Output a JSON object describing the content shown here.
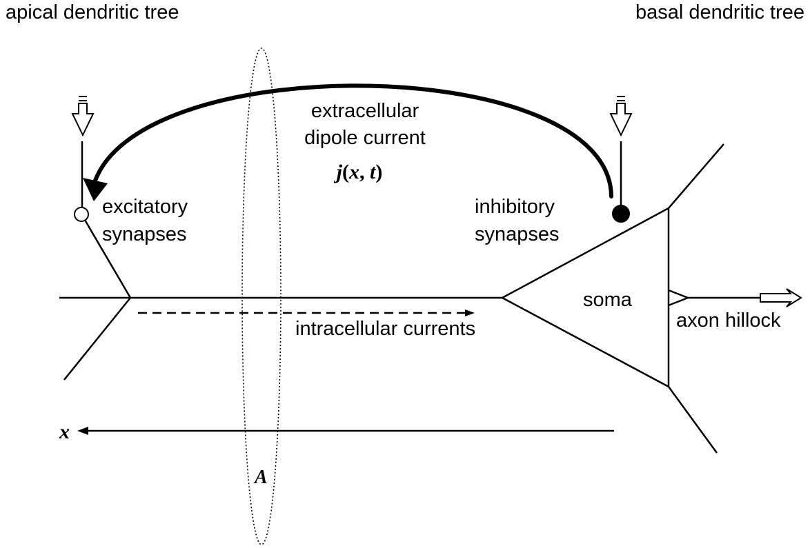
{
  "labels": {
    "apical": "apical dendritic tree",
    "basal": "basal dendritic tree",
    "excitatory_line1": "excitatory",
    "excitatory_line2": "synapses",
    "inhibitory_line1": "inhibitory",
    "inhibitory_line2": "synapses",
    "extracellular_line1": "extracellular",
    "extracellular_line2": "dipole current",
    "soma": "soma",
    "intracellular": "intracellular currents",
    "axon_hillock": "axon hillock",
    "x_axis": "x",
    "area": "A"
  },
  "current_symbol": {
    "j": "j",
    "open": "(",
    "x": "x",
    "comma": ", ",
    "t": "t",
    "close": ")"
  },
  "colors": {
    "ink": "#000000",
    "background": "#ffffff",
    "excitatory_fill": "#ffffff",
    "inhibitory_fill": "#000000"
  }
}
